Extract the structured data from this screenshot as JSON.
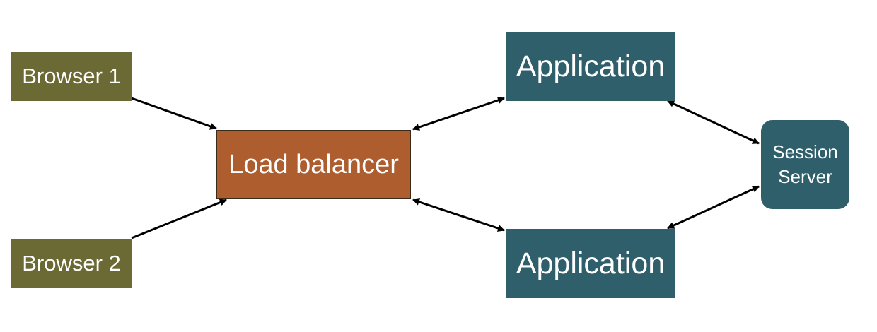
{
  "colors": {
    "browser": "#6b6a34",
    "load_balancer": "#ad5d2e",
    "application": "#2f5f6b",
    "session_server": "#2f5f6b",
    "edge": "#000000"
  },
  "nodes": {
    "browser1": {
      "label": "Browser 1"
    },
    "browser2": {
      "label": "Browser 2"
    },
    "load_balancer": {
      "label": "Load balancer"
    },
    "application1": {
      "label": "Application"
    },
    "application2": {
      "label": "Application"
    },
    "session_server": {
      "line1": "Session",
      "line2": "Server"
    }
  },
  "edges": [
    {
      "from": "browser1",
      "to": "load_balancer",
      "direction": "one-way"
    },
    {
      "from": "browser2",
      "to": "load_balancer",
      "direction": "one-way"
    },
    {
      "from": "load_balancer",
      "to": "application1",
      "direction": "two-way"
    },
    {
      "from": "load_balancer",
      "to": "application2",
      "direction": "two-way"
    },
    {
      "from": "application1",
      "to": "session_server",
      "direction": "two-way"
    },
    {
      "from": "application2",
      "to": "session_server",
      "direction": "two-way"
    }
  ]
}
